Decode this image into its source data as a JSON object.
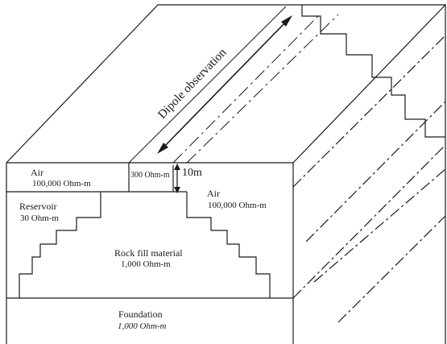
{
  "labels": {
    "dipole": "Dipole observation",
    "air_left_name": "Air",
    "air_left_value": "100,000 Ohm-m",
    "crest_value": "300 Ohm-m",
    "height": "10m",
    "air_right_name": "Air",
    "air_right_value": "100,000 Ohm-m",
    "reservoir_name": "Reservoir",
    "reservoir_value": "30 Ohm-m",
    "rockfill_name": "Rock fill material",
    "rockfill_value": "1,000 Ohm-m",
    "foundation_name": "Foundation",
    "foundation_value": "1,000 Ohm-m"
  }
}
